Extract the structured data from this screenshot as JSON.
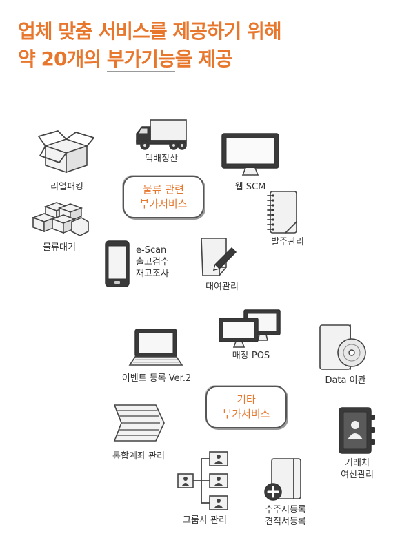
{
  "headline": {
    "line1": "업체 맞춤 서비스를 제공하기 위해",
    "line2_prefix": "약 20개의 ",
    "line2_highlight": "부가기능",
    "line2_suffix": "을 제공"
  },
  "logistics": {
    "hub_line1": "물류 관련",
    "hub_line2": "부가서비스",
    "items": {
      "delivery": "택배정산",
      "repack": "리얼패킹",
      "web_scm": "웹 SCM",
      "wait": "물류대기",
      "order": "발주관리",
      "escan_1": "e-Scan",
      "escan_2": "출고검수",
      "escan_3": "재고조사",
      "rental": "대여관리"
    }
  },
  "other": {
    "hub_line1": "기타",
    "hub_line2": "부가서비스",
    "items": {
      "pos": "매장 POS",
      "data": "Data 이관",
      "event": "이벤트 등록 Ver.2",
      "account": "통합계좌 관리",
      "partner_1": "거래처",
      "partner_2": "여신관리",
      "group": "그룹사 관리",
      "orderreg_1": "수주서등록",
      "orderreg_2": "견적서등록"
    }
  },
  "colors": {
    "accent": "#e8772e",
    "sketch": "#444444"
  }
}
